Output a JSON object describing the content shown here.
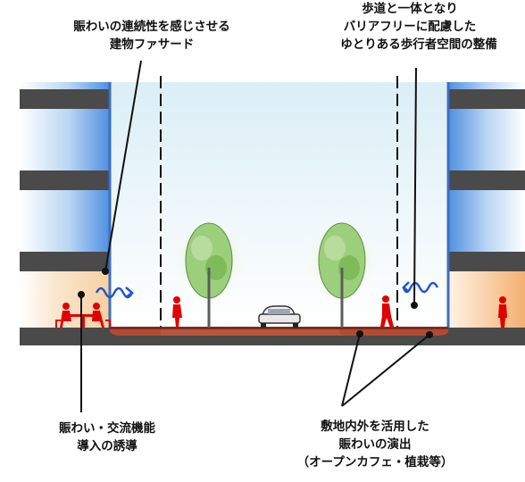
{
  "labels": {
    "facade": [
      "賑わいの連続性を感じさせる",
      "建物ファサード"
    ],
    "sidewalk": [
      "歩道と一体となり",
      "バリアフリーに配慮した",
      "ゆとりある歩行者空間の整備"
    ],
    "function": [
      "賑わい・交流機能",
      "導入の誘導"
    ],
    "site": [
      "敷地内外を活用した",
      "賑わいの演出",
      "（オープンカフェ・植栽等）"
    ]
  },
  "colors": {
    "street_accent": "#c0392b",
    "people": "#e00000",
    "building_edge": "#3a6fc4",
    "shop_glow": "#f5b97a",
    "slab": "#4a4a4a",
    "tree_canopy": "#8cc46a"
  }
}
